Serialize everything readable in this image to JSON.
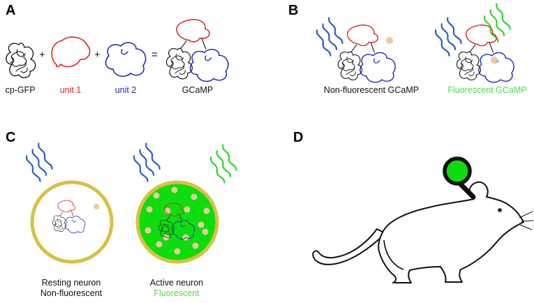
{
  "panels": {
    "a": {
      "letter": "A",
      "plus_1": "+",
      "plus_2": "+",
      "equals": "=",
      "label_cpgfp": "cp-GFP",
      "label_unit1": "unit 1",
      "label_unit2": "unit 2",
      "label_gcamp": "GCaMP"
    },
    "b": {
      "letter": "B",
      "label_nonfluorescent": "Non-fluorescent GCaMP",
      "label_fluorescent": "Fluorescent GCaMP"
    },
    "c": {
      "letter": "C",
      "resting_line1": "Resting neuron",
      "resting_line2": "Non-fluorescent",
      "active_line1": "Active neuron",
      "active_line2": "Fluorescent"
    },
    "d": {
      "letter": "D"
    }
  },
  "colors": {
    "ink": "#111111",
    "red": "#e02420",
    "blue": "#2326c8",
    "wave_blue": "#2a5fc4",
    "green_wave": "#2ed42e",
    "green_text": "#4ade4a",
    "neuron_fill_green": "#0ddd0d",
    "membrane_yellow": "#d9c043",
    "calcium_dot": "#f0c6a2"
  }
}
